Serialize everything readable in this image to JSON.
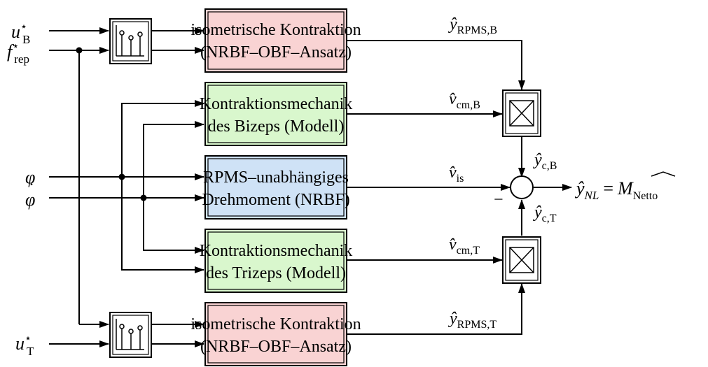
{
  "colors": {
    "red_block": "#f9d3d3",
    "green_block": "#d9f7cd",
    "blue_block": "#cfe2f6",
    "line": "#000000",
    "background": "#ffffff"
  },
  "blocks": {
    "iso_b": {
      "line1": "isometrische Kontraktion",
      "line2": "(NRBF–OBF–Ansatz)"
    },
    "kontr_b": {
      "line1": "Kontraktionsmechanik",
      "line2": "des Bizeps (Modell)"
    },
    "rpms": {
      "line1": "RPMS–unabhängiges",
      "line2": "Drehmoment (NRBF)"
    },
    "kontr_t": {
      "line1": "Kontraktionsmechanik",
      "line2": "des Trizeps (Modell)"
    },
    "iso_t": {
      "line1": "isometrische Kontraktion",
      "line2": "(NRBF–OBF–Ansatz)"
    }
  },
  "inputs": {
    "u_b": {
      "main": "u",
      "sub": "B",
      "sup": "⋆"
    },
    "f_rep": {
      "main": "f",
      "sub": "rep",
      "sup": "⋆"
    },
    "phi": {
      "main": "φ"
    },
    "phi_dot": {
      "main": "φ",
      "accent": "˙"
    },
    "u_t": {
      "main": "u",
      "sub": "T",
      "sup": "⋆"
    }
  },
  "signals": {
    "y_rpms_b": {
      "main": "ŷ",
      "sub": "RPMS,B"
    },
    "v_cm_b": {
      "main": "v̂",
      "sub": "cm,B"
    },
    "y_c_b": {
      "main": "ŷ",
      "sub": "c,B"
    },
    "v_is": {
      "main": "v̂",
      "sub": "is"
    },
    "minus_sign": "−",
    "y_c_t": {
      "main": "ŷ",
      "sub": "c,T"
    },
    "v_cm_t": {
      "main": "v̂",
      "sub": "cm,T"
    },
    "y_rpms_t": {
      "main": "ŷ",
      "sub": "RPMS,T"
    }
  },
  "output": {
    "lhs_main": "ŷ",
    "lhs_sub": "NL",
    "equals": "=",
    "rhs_main": "M",
    "rhs_sub": "Netto"
  }
}
